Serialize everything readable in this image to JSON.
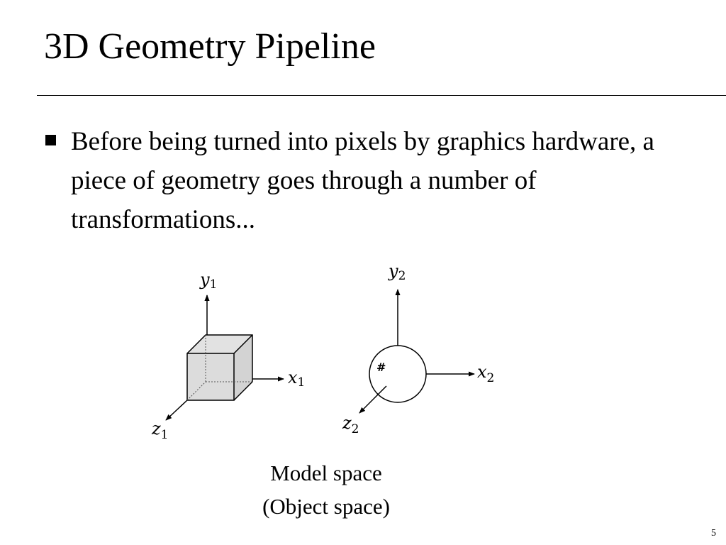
{
  "slide": {
    "title": "3D Geometry Pipeline",
    "bullet": "Before being turned into pixels by graphics hardware, a piece of geometry goes through a number of transformations...",
    "caption_line1": "Model space",
    "caption_line2": "(Object space)",
    "page_number": "5"
  },
  "figure": {
    "cube_axes": {
      "y": "y",
      "y_sub": "1",
      "x": "x",
      "x_sub": "1",
      "z": "z",
      "z_sub": "1"
    },
    "sphere_axes": {
      "y": "y",
      "y_sub": "2",
      "x": "x",
      "x_sub": "2",
      "z": "z",
      "z_sub": "2"
    },
    "cube_fill": "#dcdcdc"
  }
}
